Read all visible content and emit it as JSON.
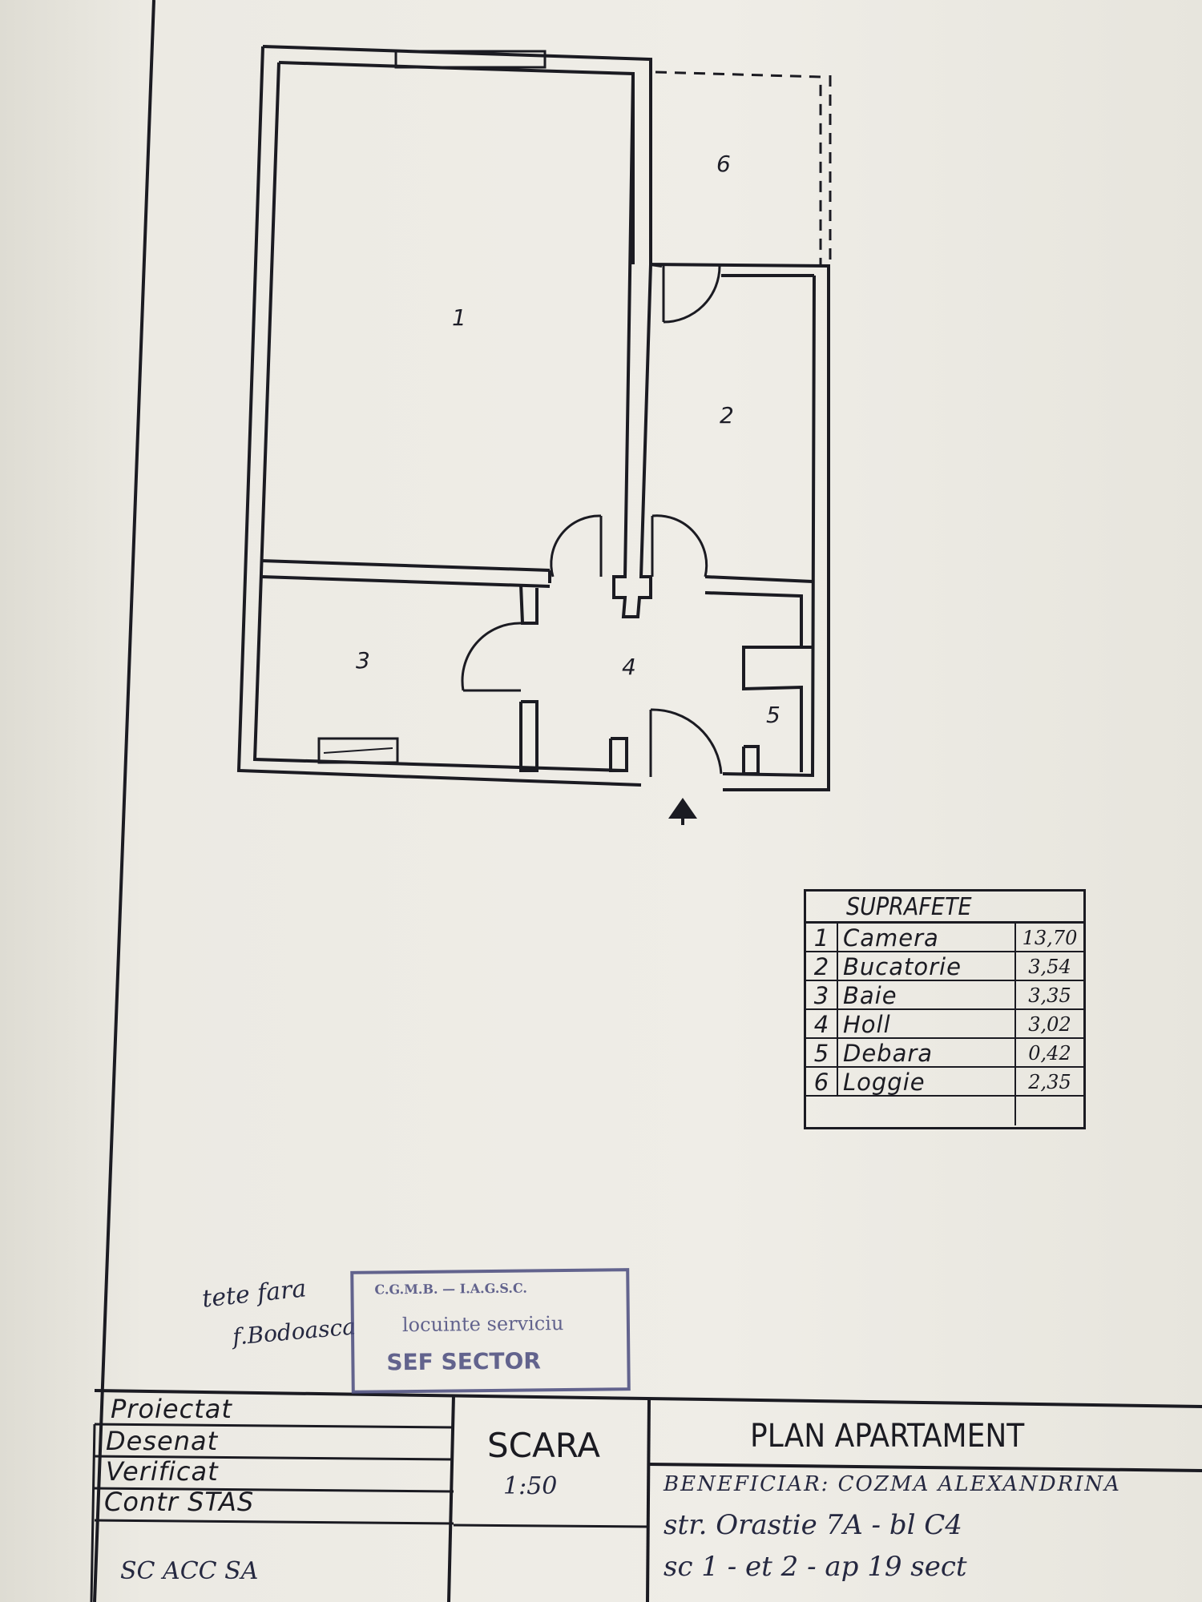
{
  "rooms": [
    {
      "num": "1"
    },
    {
      "num": "2"
    },
    {
      "num": "3"
    },
    {
      "num": "4"
    },
    {
      "num": "5"
    },
    {
      "num": "6"
    }
  ],
  "surfaces": {
    "title": "SUPRAFETE",
    "rows": [
      {
        "idx": "1",
        "name": "Camera",
        "value": "13,70"
      },
      {
        "idx": "2",
        "name": "Bucatorie",
        "value": "3,54"
      },
      {
        "idx": "3",
        "name": "Baie",
        "value": "3,35"
      },
      {
        "idx": "4",
        "name": "Holl",
        "value": "3,02"
      },
      {
        "idx": "5",
        "name": "Debara",
        "value": "0,42"
      },
      {
        "idx": "6",
        "name": "Loggie",
        "value": "2,35"
      }
    ]
  },
  "annotation": {
    "line1": "tete fara",
    "line2": "f.Bodoasca"
  },
  "stamp": {
    "line1": "C.G.M.B. — I.A.G.S.C.",
    "line2": "locuinte serviciu",
    "line3": "SEF SECTOR"
  },
  "title_block": {
    "labels": [
      "Proiectat",
      "Desenat",
      "Verificat",
      "Contr STAS"
    ],
    "company": "SC ACC SA",
    "scale_label": "SCARA",
    "scale_value": "1:50",
    "plan_title": "PLAN APARTAMENT",
    "beneficiary": "BENEFICIAR: COZMA ALEXANDRINA",
    "address1": "str. Orastie 7A - bl C4",
    "address2": "sc 1 - et 2 - ap 19 sect"
  },
  "colors": {
    "ink": "#1b1b22",
    "paper": "#efede7",
    "stamp": "#4a4c7e"
  }
}
